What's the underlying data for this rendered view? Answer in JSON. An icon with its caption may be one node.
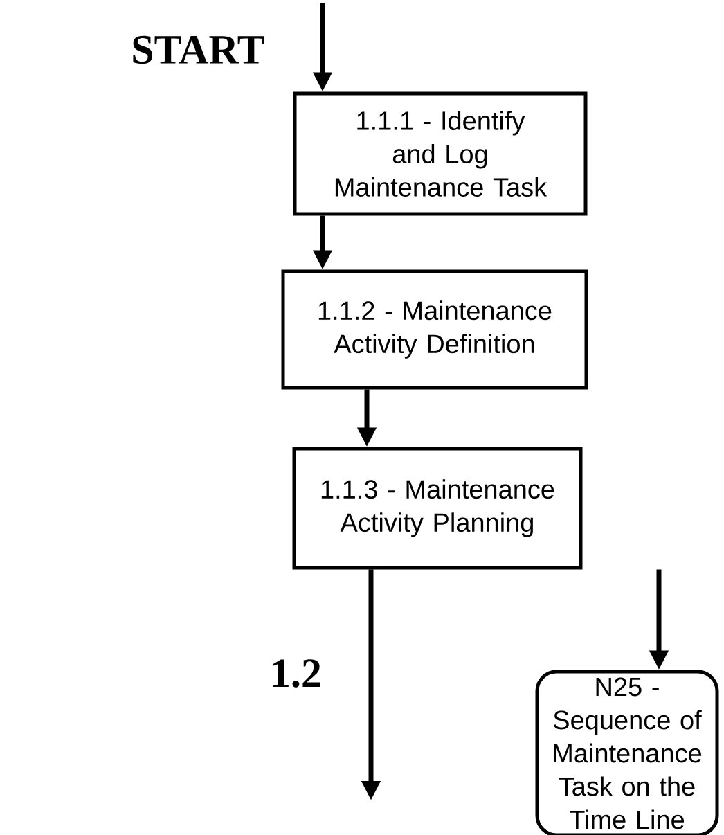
{
  "diagram": {
    "nodes": [
      {
        "text": [
          "1.1.1 - Identify and Log Maintenance Task"
        ]
      },
      {
        "text": [
          "1.1.2 - Maintenance Activity Definition"
        ]
      },
      {
        "text": [
          "1.1.3 - Maintenance Activity Planning"
        ]
      },
      {
        "text": [
          "N25 - Sequence of Maintenance Task on the Time Line"
        ]
      }
    ],
    "edges": [
      {
        "from": null,
        "to": 0,
        "arrow": "to"
      },
      {
        "from": 0,
        "to": 1,
        "arrow": "to"
      },
      {
        "from": 1,
        "to": 2,
        "arrow": "to"
      },
      {
        "from": 2,
        "to": null,
        "arrow": "to",
        "label": "1.2"
      },
      {
        "from": 2,
        "to": 3,
        "arrow": "to"
      }
    ],
    "labels": [
      "START"
    ]
  }
}
